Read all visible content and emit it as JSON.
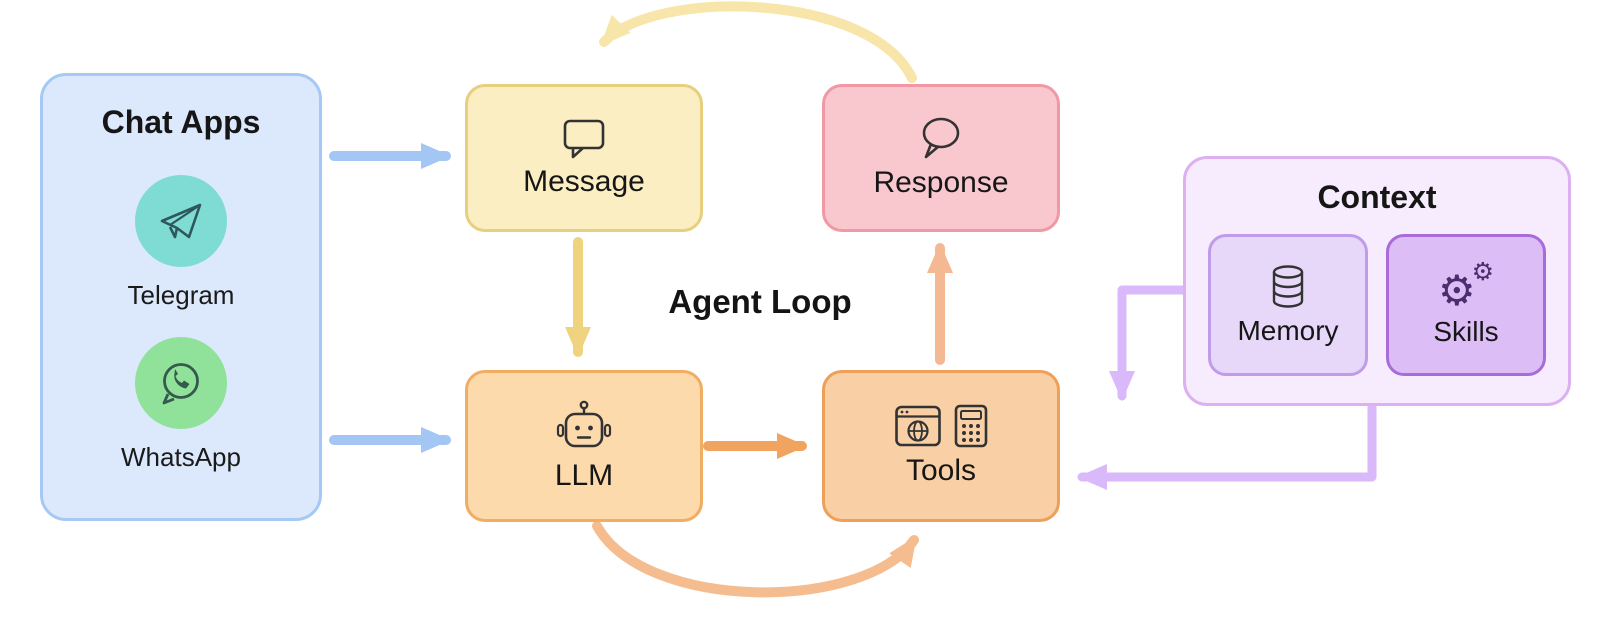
{
  "diagram_title": "Agent Loop",
  "chat_apps": {
    "title": "Chat Apps",
    "apps": [
      {
        "name": "Telegram"
      },
      {
        "name": "WhatsApp"
      }
    ]
  },
  "nodes": {
    "message": "Message",
    "response": "Response",
    "llm": "LLM",
    "tools": "Tools"
  },
  "context": {
    "title": "Context",
    "memory": "Memory",
    "skills": "Skills"
  },
  "colors": {
    "chat_apps_fill": "#dce9fc",
    "chat_apps_border": "#a6c8f5",
    "message_fill": "#fbeec3",
    "message_border": "#e8cf7d",
    "response_fill": "#f9c7ce",
    "response_border": "#f098a4",
    "llm_fill": "#fcdaab",
    "llm_border": "#f1ae63",
    "tools_fill": "#f9cfa5",
    "tools_border": "#efa058",
    "context_fill": "#f7ecfd",
    "context_border": "#dcb0f1",
    "memory_fill": "#e7d8f9",
    "memory_border": "#c09bea",
    "skills_fill": "#ddbdf5",
    "skills_border": "#a96bd9",
    "telegram_circle": "#7fdcd5",
    "whatsapp_circle": "#90e29b",
    "arrow_blue": "#a3c6f5",
    "arrow_yellow": "#f0d37e",
    "arrow_yellow_light": "#f8e5a9",
    "arrow_orange": "#f0a45f",
    "arrow_salmon": "#f4b893",
    "arrow_orange_curve": "#f5bd8f",
    "arrow_purple": "#d9b9f9"
  }
}
